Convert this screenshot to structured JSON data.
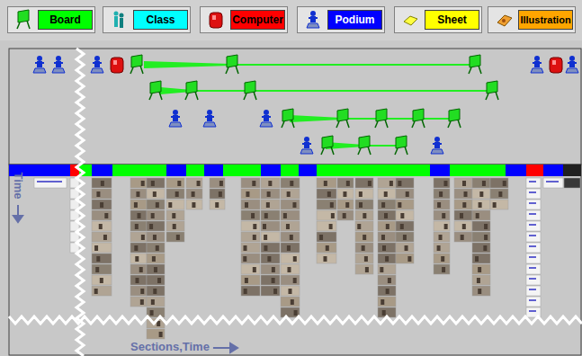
{
  "diagram": {
    "labels": [
      "Time",
      "Sections,Time"
    ],
    "legend": [
      {
        "text": "Board",
        "color": "#00ff00"
      },
      {
        "text": "Class",
        "color": "#00ffff"
      },
      {
        "text": "Computer",
        "color": "#ff0000"
      },
      {
        "text": "Podium",
        "color": "#0000ff"
      },
      {
        "text": "Sheet",
        "color": "#ffff00"
      },
      {
        "text": "Illustration",
        "color": "#ffa500"
      }
    ]
  }
}
